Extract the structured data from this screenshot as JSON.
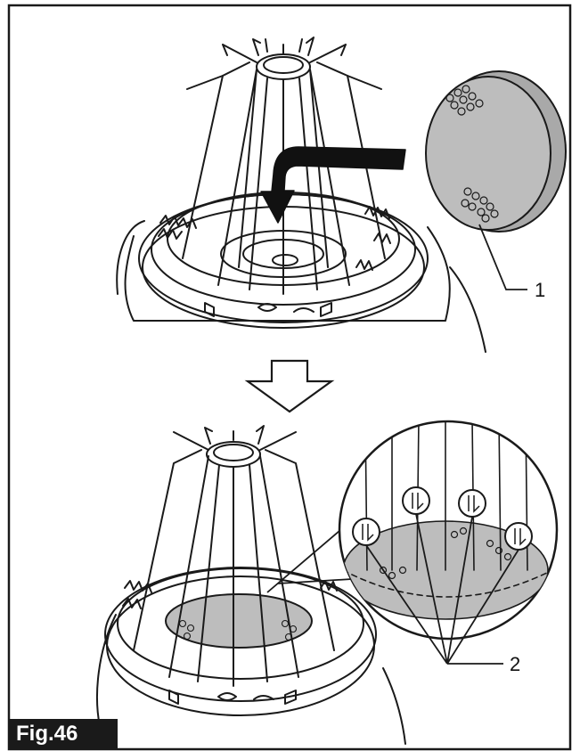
{
  "figure": {
    "label": "Fig.46",
    "callouts": [
      {
        "number": "1",
        "target": "foam-filter"
      },
      {
        "number": "2",
        "target": "filter-clips"
      }
    ]
  },
  "colors": {
    "line": "#1a1a1a",
    "foam": "#bdbdbd",
    "foam_dark": "#a9a9a9",
    "background": "#ffffff",
    "label_bg": "#1a1a1a"
  },
  "icons": {
    "arrow_down": "down-outline-arrow-icon",
    "rotate_arrow": "curved-insert-arrow-icon"
  }
}
